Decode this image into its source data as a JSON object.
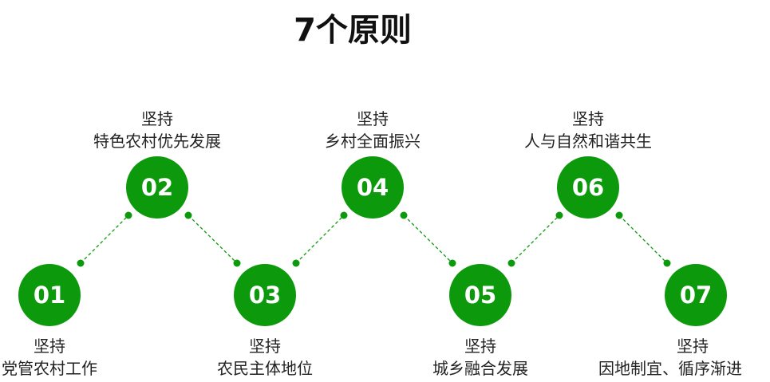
{
  "title": "7个原则",
  "colors": {
    "accent": "#0c9a0c",
    "text": "#222222"
  },
  "principles": [
    {
      "number": "01",
      "prefix": "坚持",
      "text": "党管农村工作"
    },
    {
      "number": "02",
      "prefix": "坚持",
      "text": "特色农村优先发展"
    },
    {
      "number": "03",
      "prefix": "坚持",
      "text": "农民主体地位"
    },
    {
      "number": "04",
      "prefix": "坚持",
      "text": "乡村全面振兴"
    },
    {
      "number": "05",
      "prefix": "坚持",
      "text": "城乡融合发展"
    },
    {
      "number": "06",
      "prefix": "坚持",
      "text": "人与自然和谐共生"
    },
    {
      "number": "07",
      "prefix": "坚持",
      "text": "因地制宜、循序渐进"
    }
  ]
}
